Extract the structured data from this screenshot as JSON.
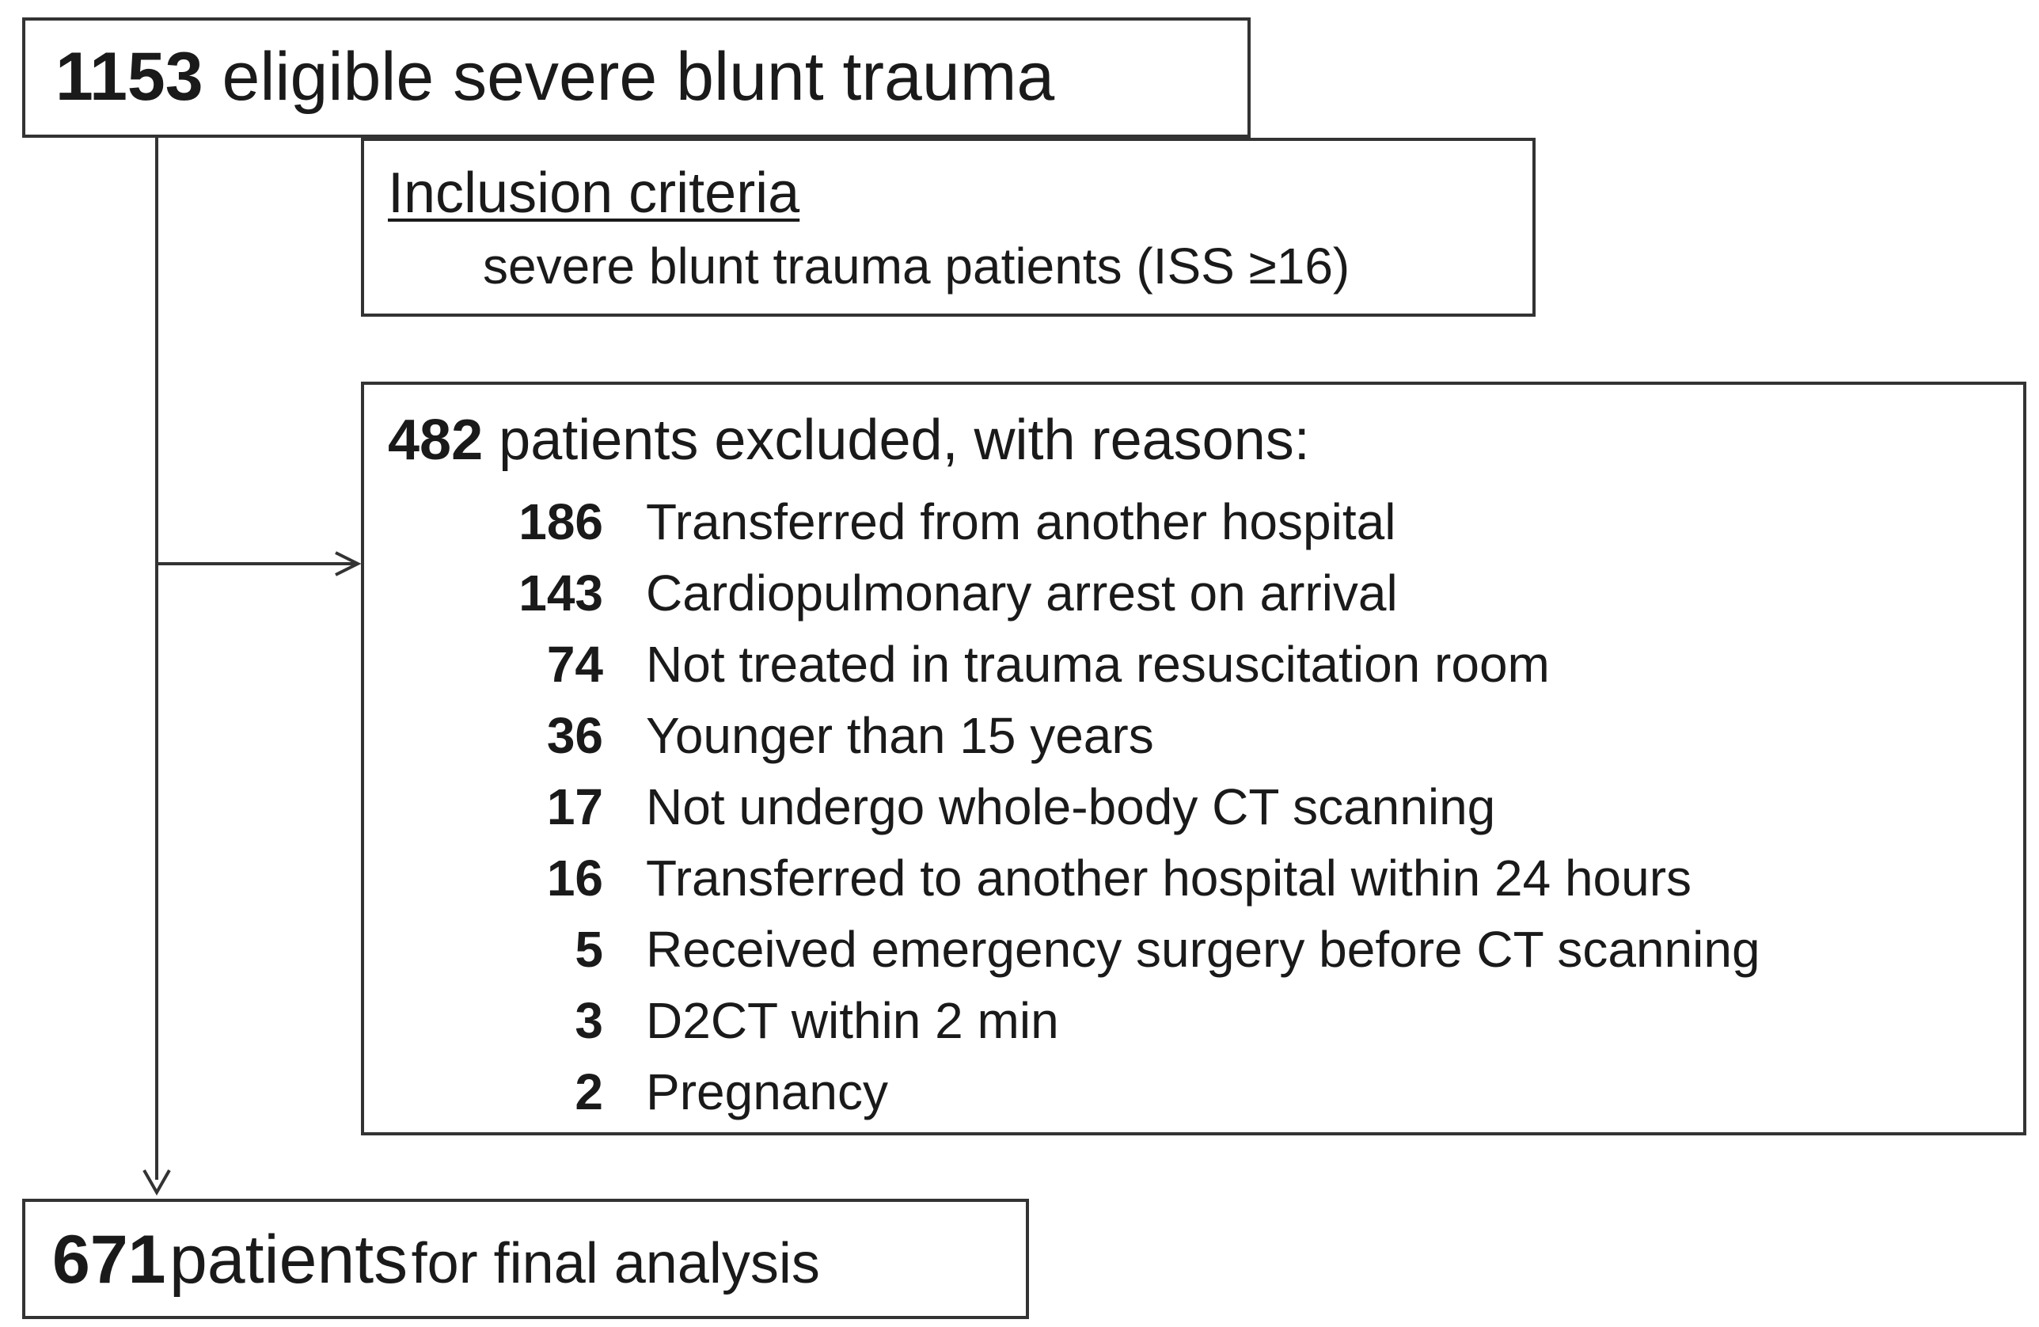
{
  "top_box": {
    "count": "1153",
    "label": "eligible severe blunt trauma"
  },
  "inclusion": {
    "title": "Inclusion criteria",
    "text": "severe blunt trauma patients (ISS ≥16)"
  },
  "excluded": {
    "count": "482",
    "label": "patients excluded, with reasons:",
    "reasons": [
      {
        "count": "186",
        "label": "Transferred from another hospital"
      },
      {
        "count": "143",
        "label": "Cardiopulmonary arrest on arrival"
      },
      {
        "count": "74",
        "label": "Not treated in trauma resuscitation room"
      },
      {
        "count": "36",
        "label": "Younger than 15 years"
      },
      {
        "count": "17",
        "label": "Not undergo whole-body CT scanning"
      },
      {
        "count": "16",
        "label": "Transferred to another hospital within 24 hours"
      },
      {
        "count": "5",
        "label": "Received emergency surgery before CT scanning"
      },
      {
        "count": "3",
        "label": "D2CT within 2 min"
      },
      {
        "count": "2",
        "label": "Pregnancy"
      }
    ]
  },
  "final_box": {
    "count": "671",
    "label_large": "patients",
    "label_small": "for final analysis"
  },
  "colors": {
    "border": "#333333",
    "text": "#1a1a1a",
    "background": "#ffffff"
  }
}
